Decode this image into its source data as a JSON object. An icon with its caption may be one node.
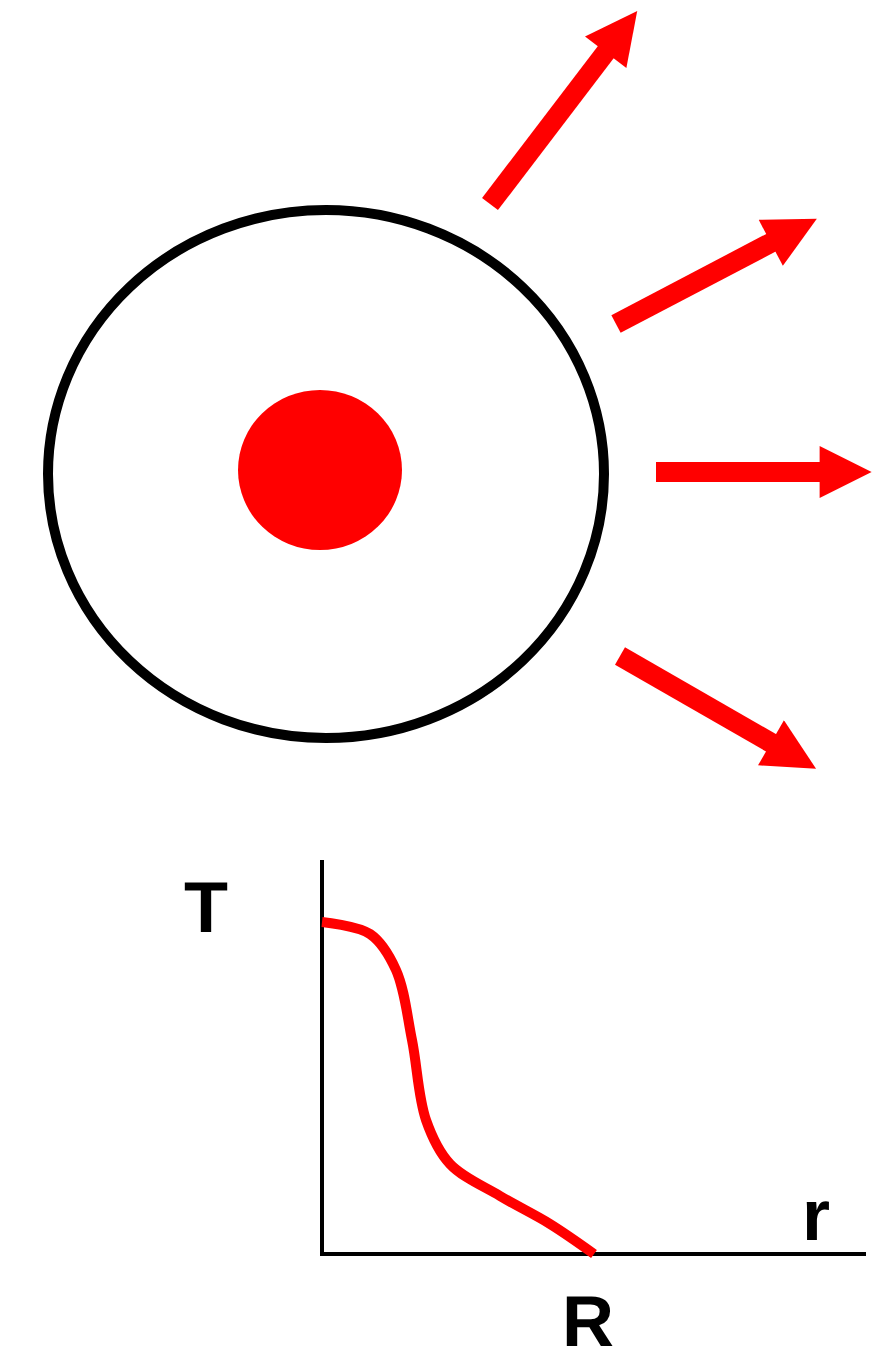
{
  "diagram": {
    "labels": [
      "T",
      "r",
      "R"
    ]
  }
}
